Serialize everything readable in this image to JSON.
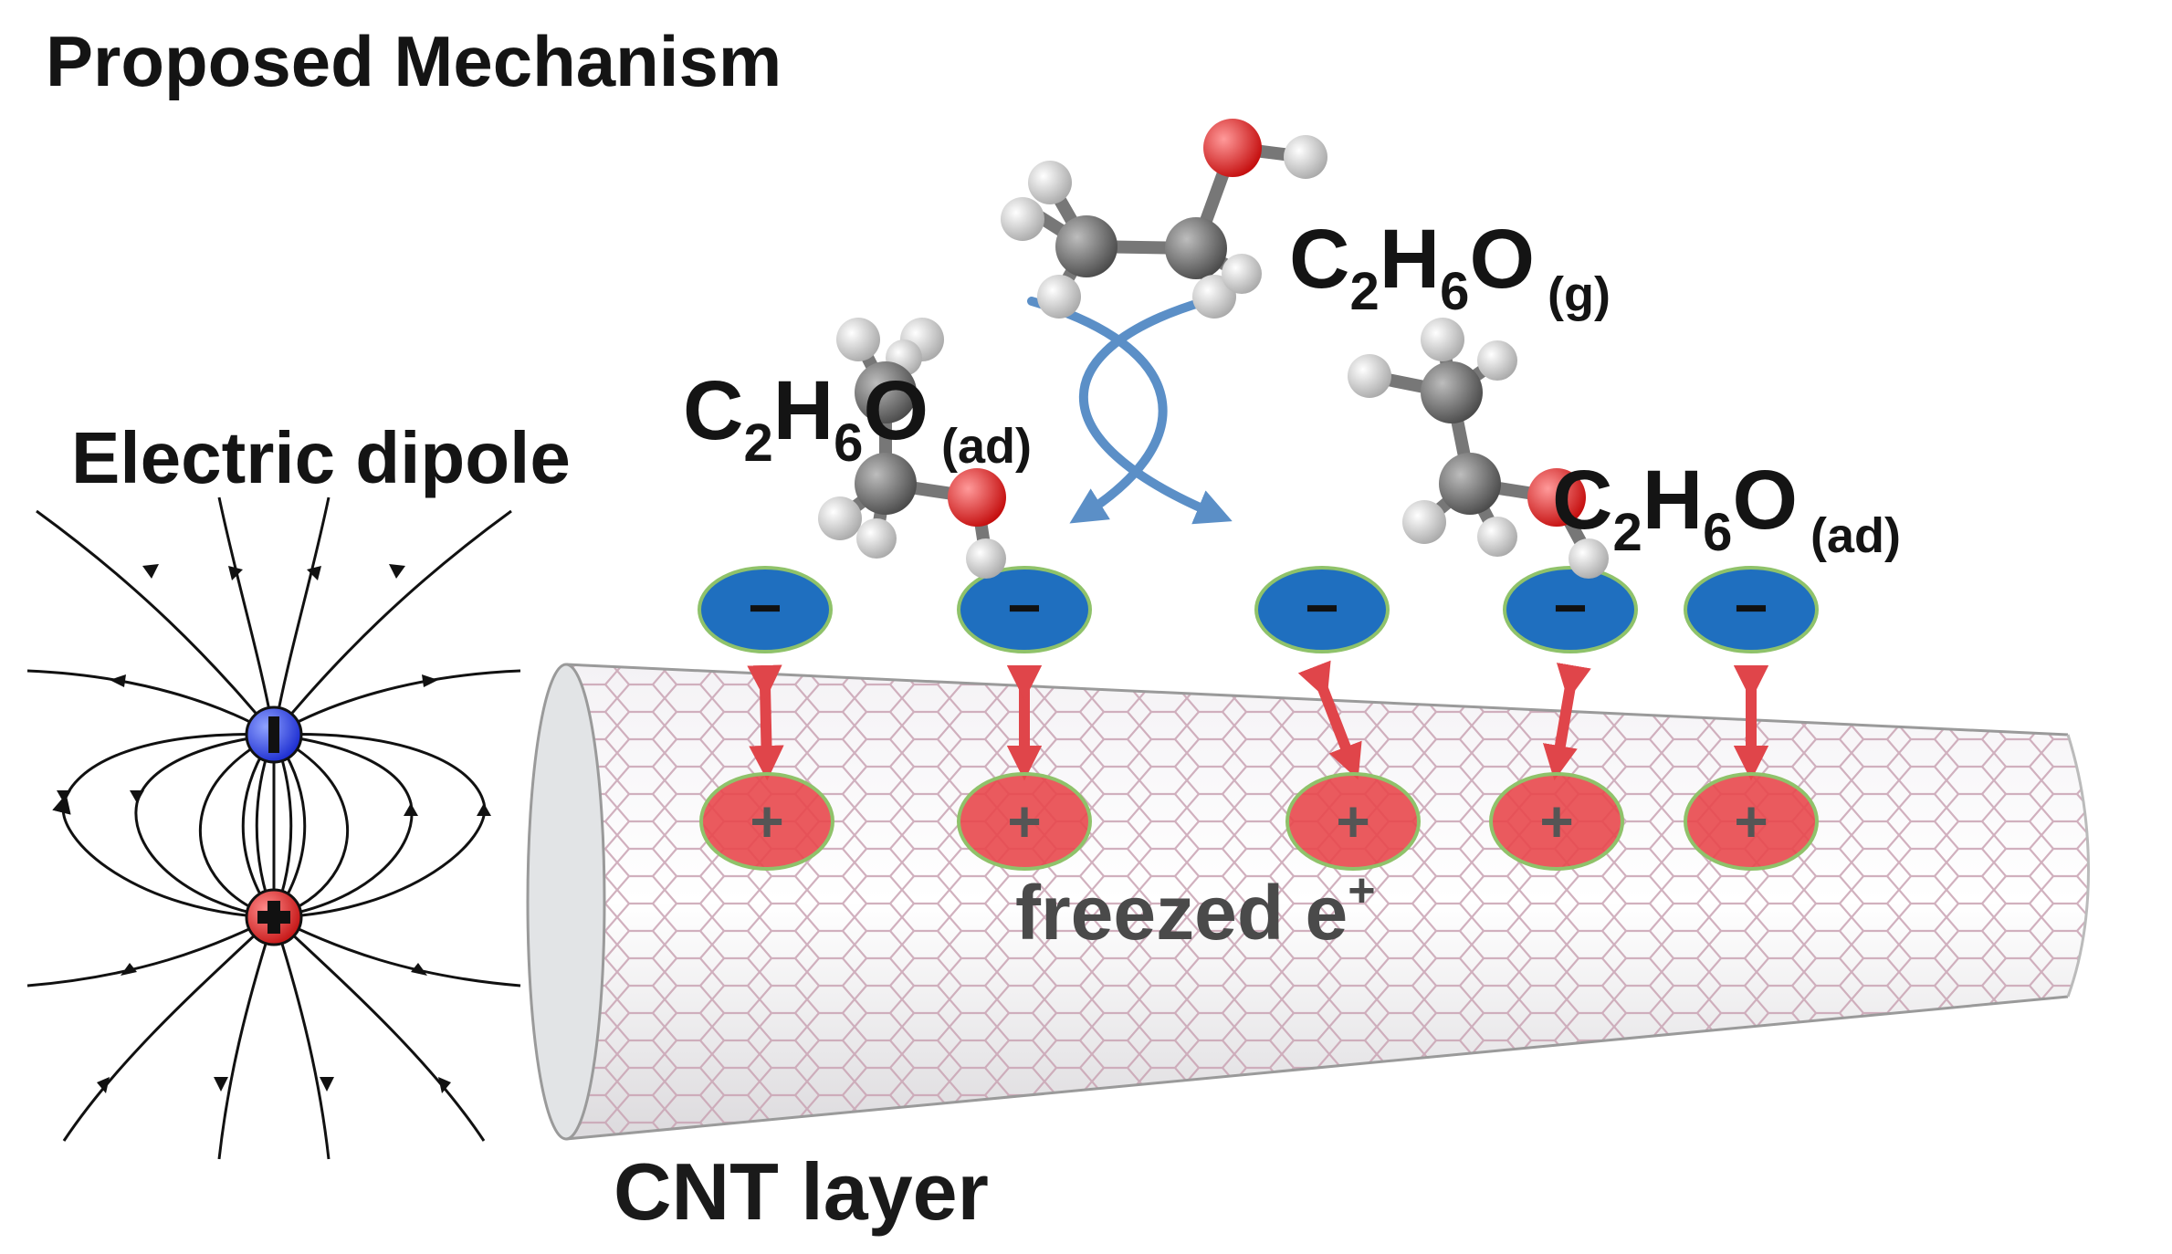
{
  "title": "Proposed Mechanism",
  "dipole": {
    "label": "Electric dipole",
    "negative_symbol": "−",
    "positive_symbol": "+",
    "negative_color": "#2233dd",
    "positive_color": "#dd2222"
  },
  "molecules": {
    "adsorbed_left": {
      "c": "C",
      "c_sub": "2",
      "h": "H",
      "h_sub": "6",
      "o": "O",
      "state": "(ad)"
    },
    "gas": {
      "c": "C",
      "c_sub": "2",
      "h": "H",
      "h_sub": "6",
      "o": "O",
      "state": "(g)"
    },
    "adsorbed_right": {
      "c": "C",
      "c_sub": "2",
      "h": "H",
      "h_sub": "6",
      "o": "O",
      "state": "(ad)"
    }
  },
  "charges": {
    "negative_symbol": "−",
    "positive_symbol": "+",
    "count": 5,
    "negative_color": "#1f6fbf",
    "positive_color": "#e8484d"
  },
  "freezed_label": {
    "text": "freezed e",
    "superscript": "+"
  },
  "cnt_label": "CNT layer",
  "colors": {
    "exchange_arrow": "#5b8fc7",
    "bond_arrow": "#e0454a",
    "oxygen": "#e01515",
    "carbon": "#6b6b6b",
    "hydrogen": "#f2f2f2",
    "cnt_mesh": "#c9a3b3"
  },
  "icons": [
    "dipole-field-lines-icon",
    "ethanol-molecule-icon",
    "exchange-arrows-icon",
    "carbon-nanotube-icon"
  ]
}
